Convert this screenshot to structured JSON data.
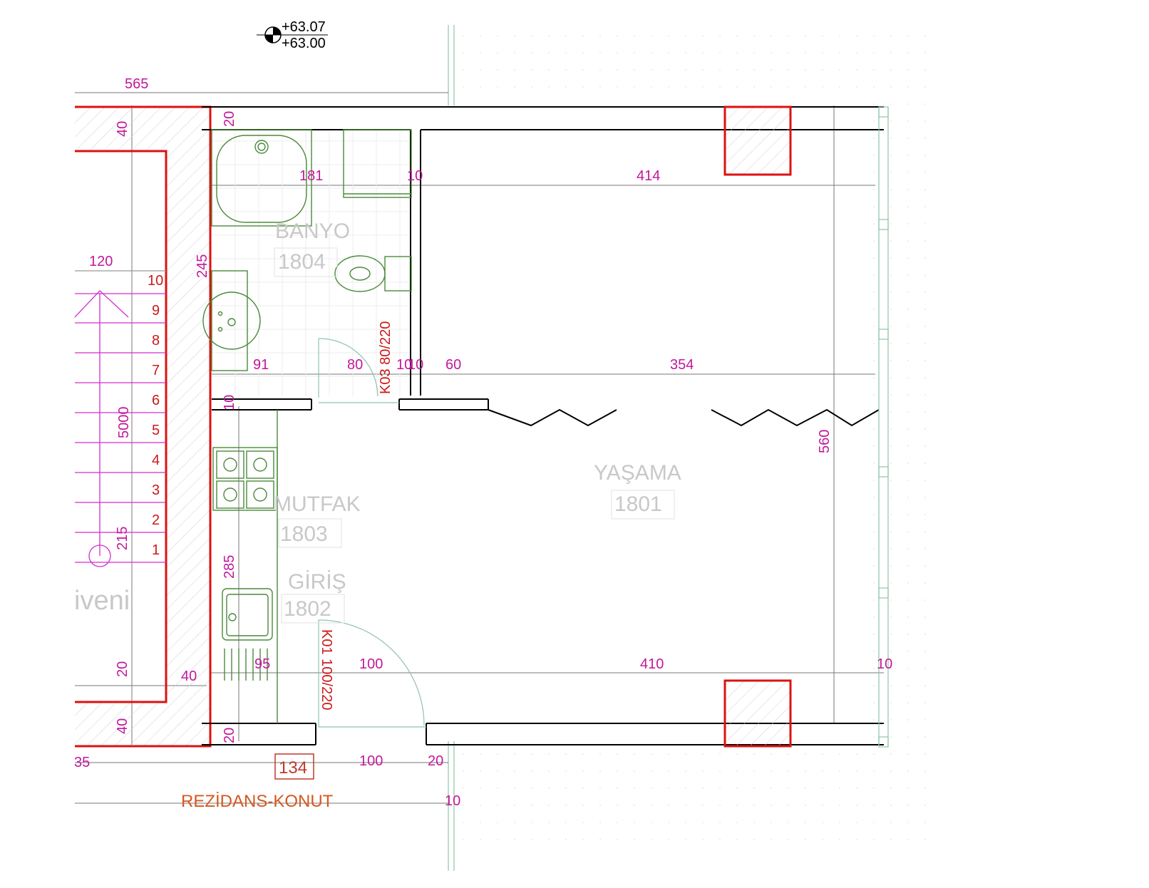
{
  "elevations": {
    "top": "+63.07",
    "bottom": "+63.00"
  },
  "rooms": {
    "banyo": {
      "name": "BANYO",
      "number": "1804"
    },
    "mutfak": {
      "name": "MUTFAK",
      "number": "1803"
    },
    "giris": {
      "name": "GİRİŞ",
      "number": "1802"
    },
    "yasama": {
      "name": "YAŞAMA",
      "number": "1801"
    }
  },
  "stair_label": "iveni",
  "unit_label": "REZİDANS-KONUT",
  "doors": {
    "bath_door": "K03 80/220",
    "entry_door": "K01 100/220"
  },
  "highlight_number": "134",
  "stair_steps": [
    "10",
    "9",
    "8",
    "7",
    "6",
    "5",
    "4",
    "3",
    "2",
    "1"
  ],
  "dimensions": {
    "d565": "565",
    "d20_top": "20",
    "d40_top": "40",
    "d181": "181",
    "d10_a": "10",
    "d414": "414",
    "d120": "120",
    "d245": "245",
    "d91": "91",
    "d80": "80",
    "d10_b": "10",
    "d10_c": "10",
    "d60": "60",
    "d354": "354",
    "d10_d": "10",
    "d5000": "5000",
    "d560": "560",
    "d215": "215",
    "d285": "285",
    "d95": "95",
    "d100_a": "100",
    "d410": "410",
    "d10_e": "10",
    "d20_mid": "20",
    "d40_mid": "40",
    "d40_bot": "40",
    "d20_bot": "20",
    "d35": "35",
    "d100_b": "100",
    "d20_b": "20",
    "d10_f": "10"
  }
}
